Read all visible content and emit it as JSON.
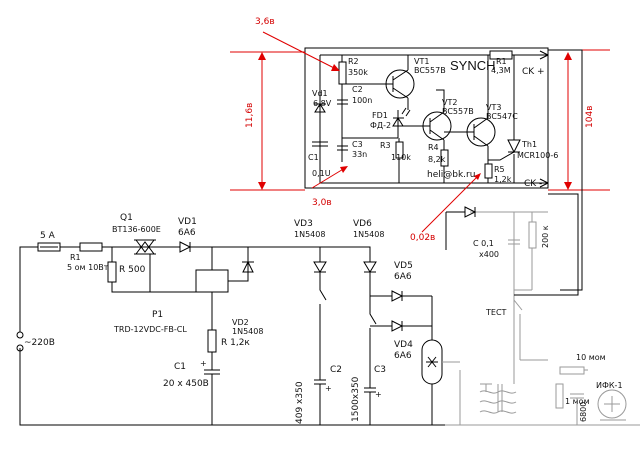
{
  "board": {
    "title": "SYNCH",
    "email": "heli@bk.ru",
    "output_plus": "CK +",
    "output_minus": "CK -"
  },
  "measurements": {
    "v_top": "3,6в",
    "v_left": "11,6в",
    "v_mid": "3,0в",
    "v_bottom": "0,02в",
    "v_right": "104в"
  },
  "sync_components": {
    "r2": "R2",
    "r2_val": "350k",
    "vd1": "Vd1",
    "vd1_val": "6,8V",
    "c2": "C2",
    "c2_val": "100n",
    "fd1": "FD1",
    "fd1_val": "ФД-2",
    "c3": "C3",
    "c3_val": "33n",
    "r3": "R3",
    "r3_val": "110k",
    "c1": "C1",
    "c1_val": "0,1U",
    "vt1": "VT1",
    "vt1_val": "BC557B",
    "vt2": "VT2",
    "vt2_val": "BC557B",
    "vt3": "VT3",
    "vt3_val": "BC547C",
    "r4": "R4",
    "r4_val": "8,2k",
    "r1": "R1",
    "r1_val": "4,3M",
    "r5": "R5",
    "r5_val": "1,2k",
    "th1": "Th1",
    "th1_val": "MCR100-6"
  },
  "main_components": {
    "fuse": "5 A",
    "mains": "~220B",
    "r1": "R1",
    "r1_val": "5 ом 10Вт",
    "r500": "R 500",
    "q1": "Q1",
    "q1_val": "BT136-600E",
    "vd1": "VD1",
    "vd1_val": "6A6",
    "p1": "P1",
    "p1_val": "TRD-12VDC-FB-CL",
    "vd2": "VD2",
    "vd2_val": "1N5408",
    "r_1k2": "R 1,2к",
    "c1": "C1",
    "c1_val": "20 x 450B",
    "vd3": "VD3",
    "vd3_val": "1N5408",
    "vd6": "VD6",
    "vd6_val": "1N5408",
    "vd5": "VD5",
    "vd5_val": "6A6",
    "vd4": "VD4",
    "vd4_val": "6A6",
    "c2": "C2",
    "c2_val": "409 x350",
    "c3": "C3",
    "c3_val": "1500x350",
    "c01": "C 0,1",
    "c01_val": "x400",
    "r200k": "200 к",
    "test": "ТЕСТ",
    "r10m": "10 мом",
    "r1m": "1 мом",
    "c6800": "6800",
    "ifk": "ИФК-1"
  }
}
